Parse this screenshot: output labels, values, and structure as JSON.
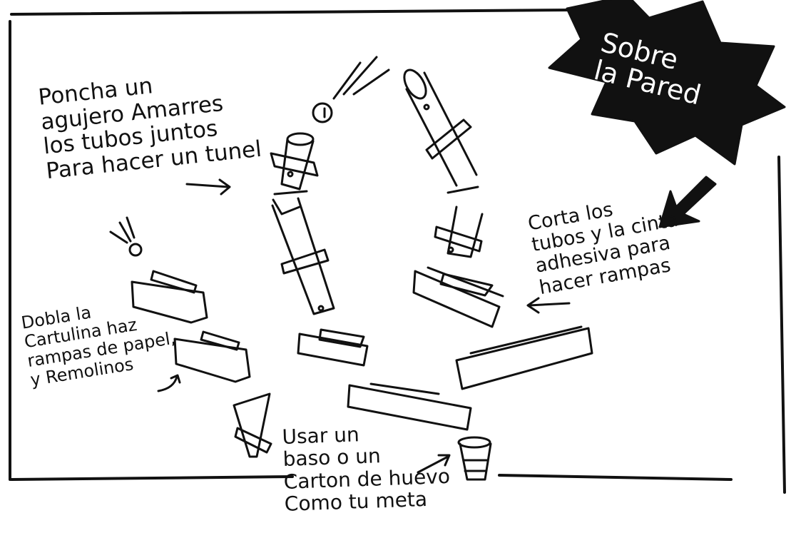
{
  "badge": {
    "title": "Sobre\nla Pared"
  },
  "notes": {
    "tunnel": "Poncha un\nagujero Amarres\nlos tubos juntos\nPara hacer un tunel",
    "ramps": "Corta los\ntubos y la cinta\nadhesiva para\nhacer rampas",
    "fold": "Dobla la\nCartulina haz\nrampas de papel,\ny Remolinos",
    "goal": "Usar un\nbaso o un\nCarton de huevo\nComo tu meta"
  },
  "colors": {
    "ink": "#111111",
    "badge": "#111111",
    "paper": "#ffffff"
  }
}
